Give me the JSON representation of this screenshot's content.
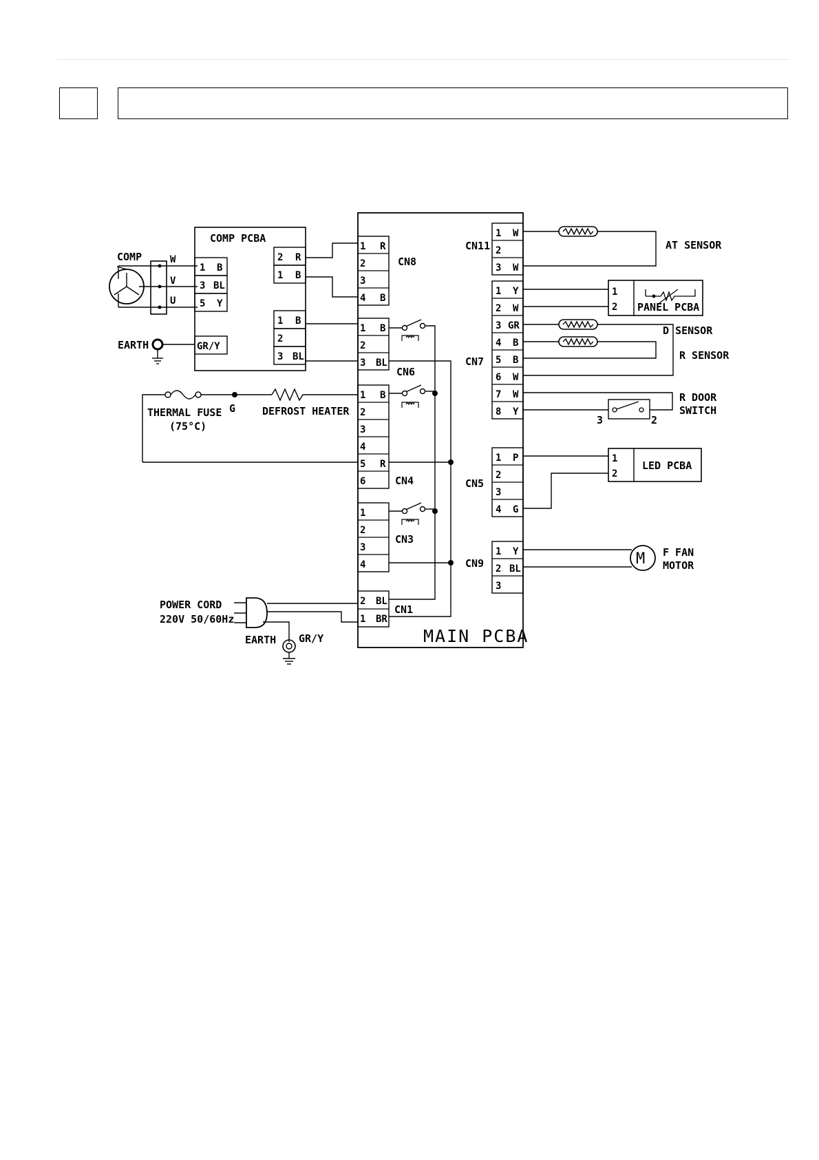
{
  "header": {
    "section_number": "",
    "section_title": ""
  },
  "labels": {
    "comp": "COMP",
    "comp_w": "W",
    "comp_v": "V",
    "comp_u": "U",
    "comp_pcba": "COMP PCBA",
    "earth1": "EARTH",
    "gr_y1": "GR/Y",
    "thermal_fuse": "THERMAL FUSE",
    "thermal_fuse_rating": "(75°C)",
    "g_node": "G",
    "defrost_heater": "DEFROST HEATER",
    "power_cord": "POWER CORD",
    "power_rating": "220V 50/60Hz",
    "earth2": "EARTH",
    "gr_y2": "GR/Y",
    "main_pcba": "MAIN PCBA",
    "cn8": "CN8",
    "cn6": "CN6",
    "cn4": "CN4",
    "cn3": "CN3",
    "cn1": "CN1",
    "cn11": "CN11",
    "cn7": "CN7",
    "cn5": "CN5",
    "cn9": "CN9",
    "at_sensor": "AT SENSOR",
    "panel_pcba": "PANEL PCBA",
    "d_sensor": "D SENSOR",
    "r_sensor": "R SENSOR",
    "r_door": "R DOOR",
    "switch": "SWITCH",
    "switch_pin3": "3",
    "switch_pin2": "2",
    "led_pcba": "LED PCBA",
    "f_fan": "F FAN",
    "motor": "MOTOR",
    "motor_symbol": "M"
  },
  "comp_pcba_pins": {
    "left": [
      {
        "num": "1",
        "color": "B"
      },
      {
        "num": "3",
        "color": "BL"
      },
      {
        "num": "5",
        "color": "Y"
      }
    ],
    "upper": [
      {
        "num": "2",
        "color": "R"
      },
      {
        "num": "1",
        "color": "B"
      }
    ],
    "lower": [
      {
        "num": "1",
        "color": "B"
      },
      {
        "num": "2",
        "color": ""
      },
      {
        "num": "3",
        "color": "BL"
      }
    ],
    "earth": "GR/Y"
  },
  "main_left_pins": {
    "cn8": [
      {
        "num": "1",
        "color": "R"
      },
      {
        "num": "2",
        "color": ""
      },
      {
        "num": "3",
        "color": ""
      },
      {
        "num": "4",
        "color": "B"
      }
    ],
    "cn6": [
      {
        "num": "1",
        "color": "B"
      },
      {
        "num": "2",
        "color": ""
      },
      {
        "num": "3",
        "color": "BL"
      }
    ],
    "cn4": [
      {
        "num": "1",
        "color": "B"
      },
      {
        "num": "2",
        "color": ""
      },
      {
        "num": "3",
        "color": ""
      },
      {
        "num": "4",
        "color": ""
      },
      {
        "num": "5",
        "color": "R"
      },
      {
        "num": "6",
        "color": ""
      }
    ],
    "cn3": [
      {
        "num": "1",
        "color": ""
      },
      {
        "num": "2",
        "color": ""
      },
      {
        "num": "3",
        "color": ""
      },
      {
        "num": "4",
        "color": ""
      }
    ],
    "cn1": [
      {
        "num": "2",
        "color": "BL"
      },
      {
        "num": "1",
        "color": "BR"
      }
    ]
  },
  "main_right_pins": {
    "cn11": [
      {
        "num": "1",
        "color": "W"
      },
      {
        "num": "2",
        "color": ""
      },
      {
        "num": "3",
        "color": "W"
      }
    ],
    "cn7": [
      {
        "num": "1",
        "color": "Y"
      },
      {
        "num": "2",
        "color": "W"
      },
      {
        "num": "3",
        "color": "GR"
      },
      {
        "num": "4",
        "color": "B"
      },
      {
        "num": "5",
        "color": "B"
      },
      {
        "num": "6",
        "color": "W"
      },
      {
        "num": "7",
        "color": "W"
      },
      {
        "num": "8",
        "color": "Y"
      }
    ],
    "cn5": [
      {
        "num": "1",
        "color": "P"
      },
      {
        "num": "2",
        "color": ""
      },
      {
        "num": "3",
        "color": ""
      },
      {
        "num": "4",
        "color": "G"
      }
    ],
    "cn9": [
      {
        "num": "1",
        "color": "Y"
      },
      {
        "num": "2",
        "color": "BL"
      },
      {
        "num": "3",
        "color": ""
      }
    ]
  },
  "panel_pcba_pins": [
    "1",
    "2"
  ],
  "led_pcba_pins": [
    "1",
    "2"
  ]
}
